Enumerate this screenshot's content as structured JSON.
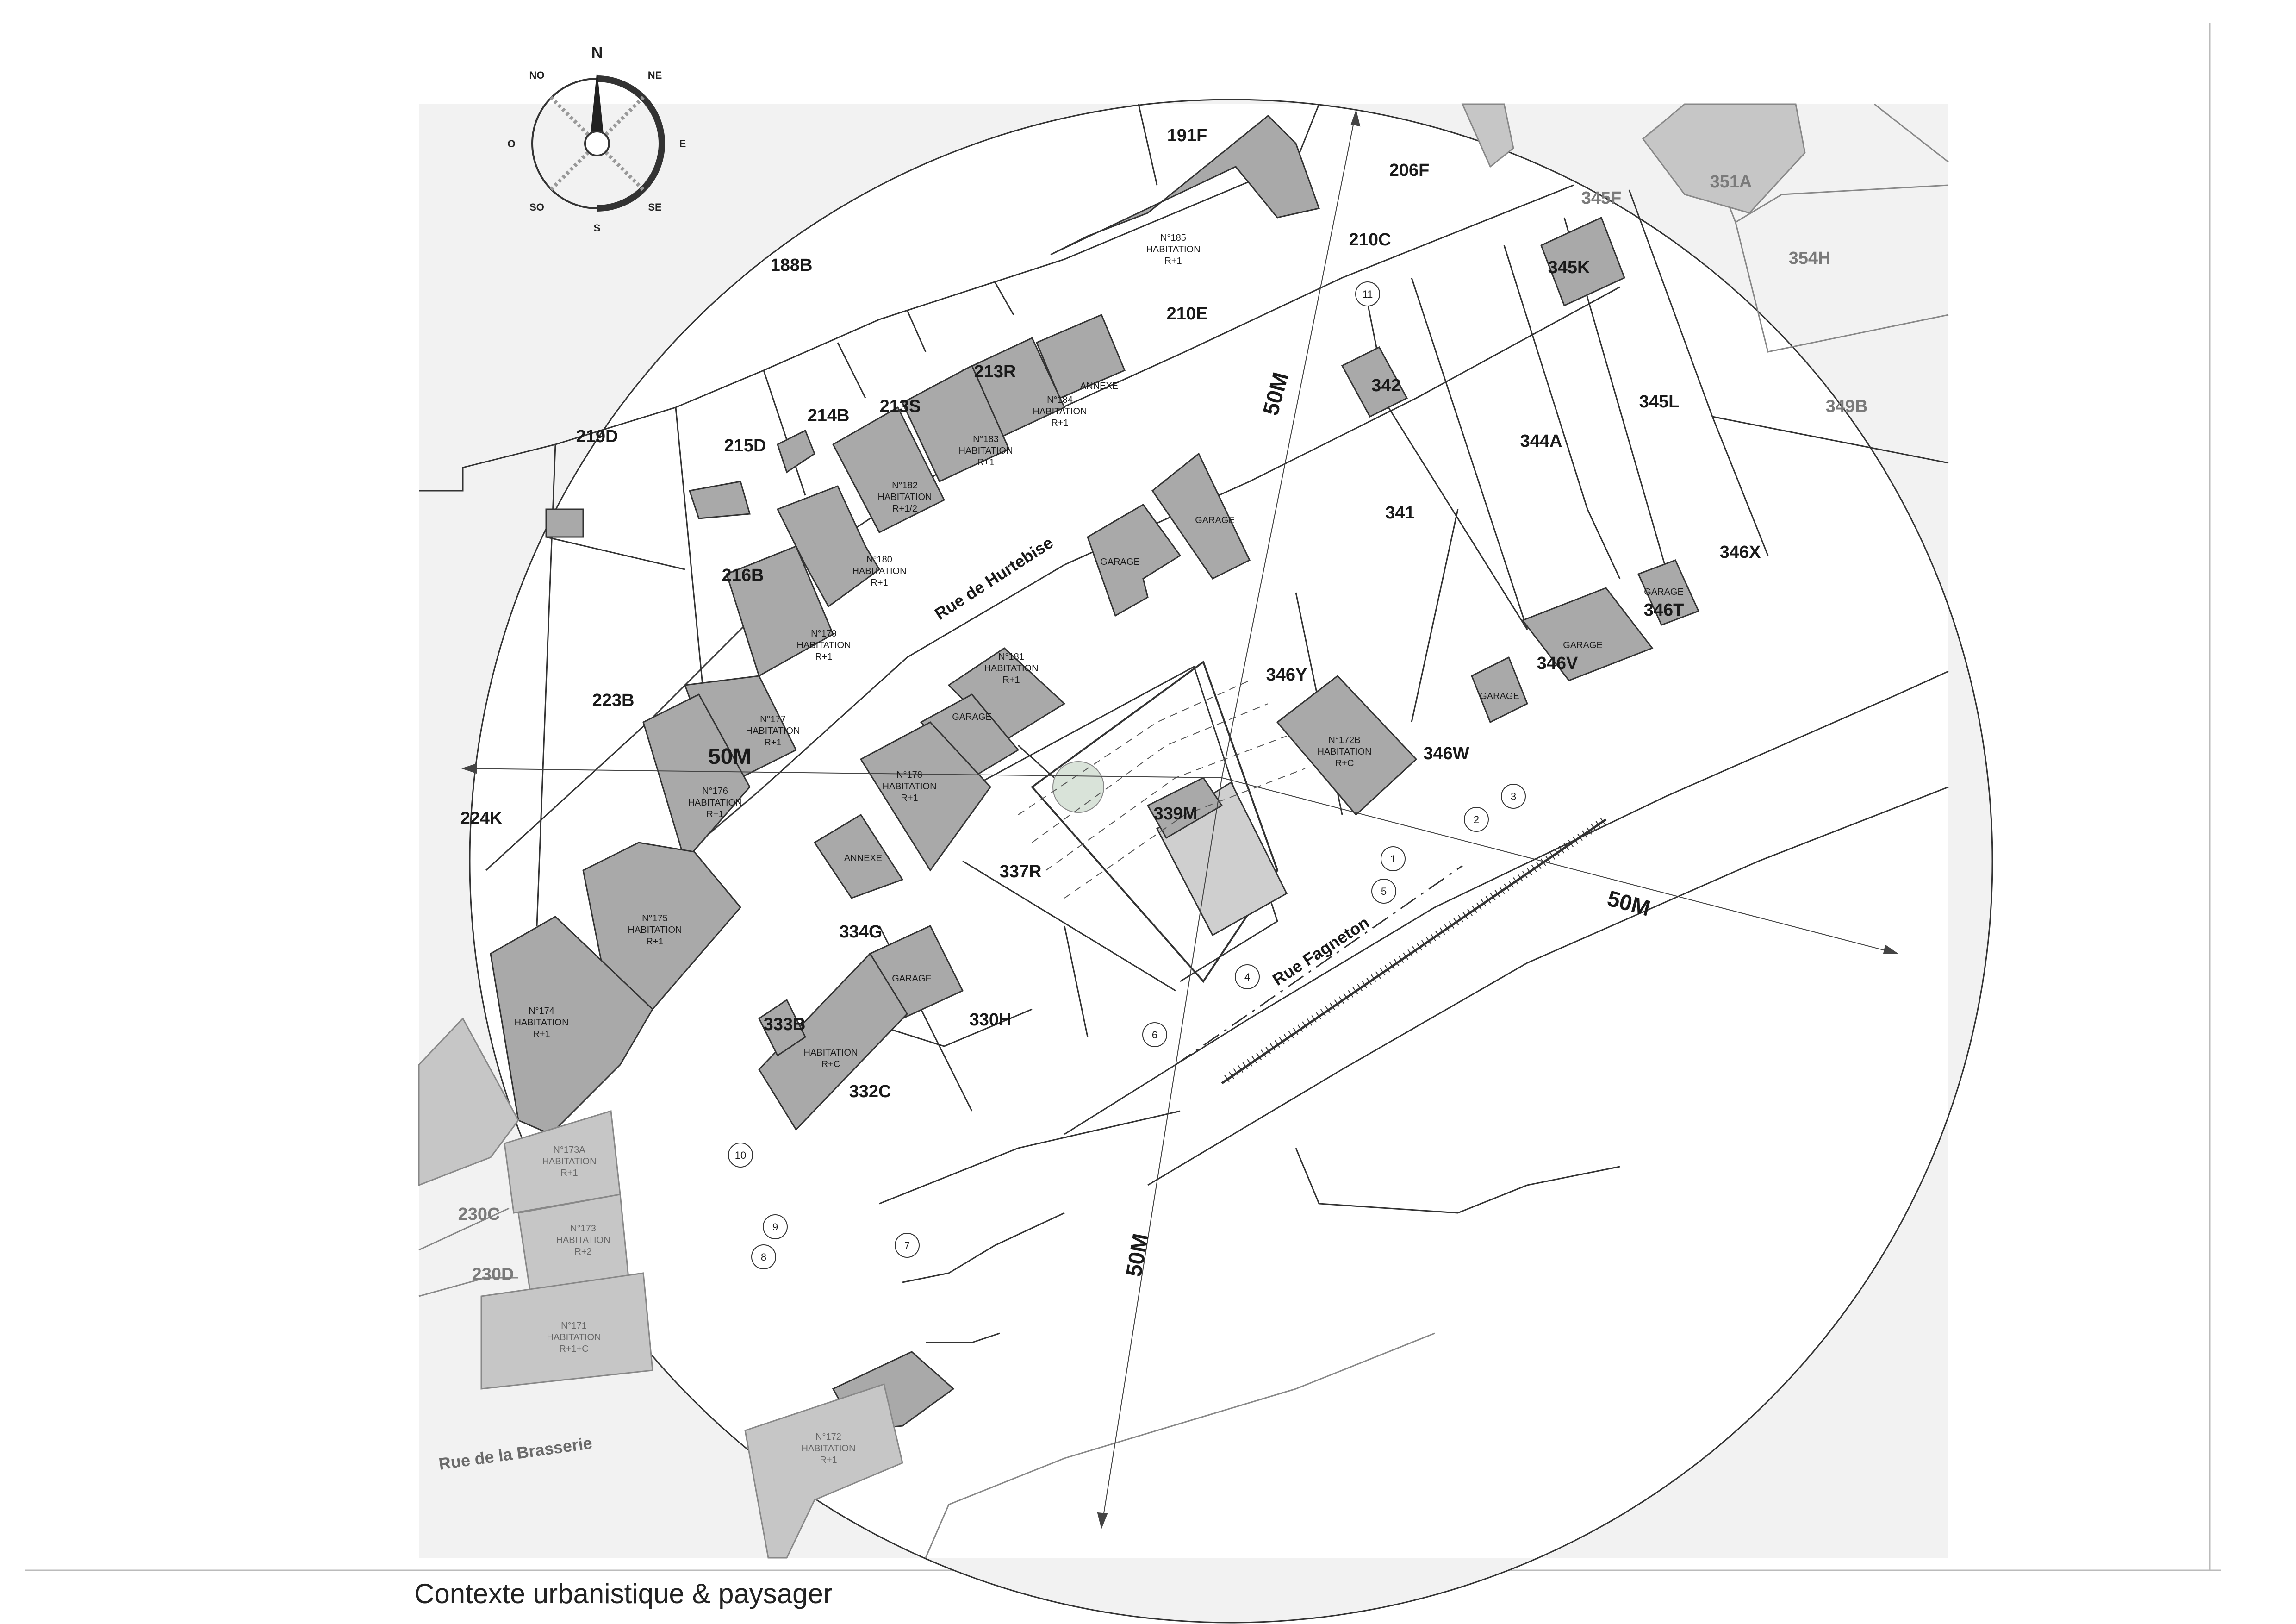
{
  "caption": "Contexte urbanistique & paysager",
  "compass": {
    "north": "N",
    "northeast": "NE",
    "east": "E",
    "southeast": "SE",
    "south": "S",
    "southwest": "SO",
    "west": "O",
    "northwest": "NO"
  },
  "streets": {
    "hurtebise": "Rue de Hurtebise",
    "fagneton": "Rue Fagneton",
    "brasserie": "Rue de la Brasserie"
  },
  "radius_labels": [
    "50M",
    "50M",
    "50M",
    "50M"
  ],
  "parcels": [
    "191F",
    "206F",
    "210C",
    "188B",
    "210E",
    "213R",
    "213S",
    "214B",
    "215D",
    "219D",
    "216B",
    "223B",
    "224K",
    "342",
    "341",
    "344A",
    "345L",
    "345K",
    "346X",
    "346Y",
    "346T",
    "346V",
    "346W",
    "339M",
    "337R",
    "334G",
    "333B",
    "330H",
    "332C"
  ],
  "parcels_outside": [
    "345F",
    "351A",
    "354H",
    "349B",
    "230C",
    "230D"
  ],
  "buildings": [
    {
      "line1": "N°185",
      "line2": "HABITATION",
      "line3": "R+1"
    },
    {
      "line1": "ANNEXE"
    },
    {
      "line1": "N°184",
      "line2": "HABITATION",
      "line3": "R+1"
    },
    {
      "line1": "N°183",
      "line2": "HABITATION",
      "line3": "R+1"
    },
    {
      "line1": "N°182",
      "line2": "HABITATION",
      "line3": "R+1/2"
    },
    {
      "line1": "N°180",
      "line2": "HABITATION",
      "line3": "R+1"
    },
    {
      "line1": "N°179",
      "line2": "HABITATION",
      "line3": "R+1"
    },
    {
      "line1": "N°177",
      "line2": "HABITATION",
      "line3": "R+1"
    },
    {
      "line1": "N°176",
      "line2": "HABITATION",
      "line3": "R+1"
    },
    {
      "line1": "N°175",
      "line2": "HABITATION",
      "line3": "R+1"
    },
    {
      "line1": "N°174",
      "line2": "HABITATION",
      "line3": "R+1"
    },
    {
      "line1": "GARAGE"
    },
    {
      "line1": "GARAGE"
    },
    {
      "line1": "N°181",
      "line2": "HABITATION",
      "line3": "R+1"
    },
    {
      "line1": "GARAGE"
    },
    {
      "line1": "N°178",
      "line2": "HABITATION",
      "line3": "R+1"
    },
    {
      "line1": "ANNEXE"
    },
    {
      "line1": "GARAGE"
    },
    {
      "line1": "HABITATION",
      "line2": "R+C"
    },
    {
      "line1": "N°172B",
      "line2": "HABITATION",
      "line3": "R+C"
    },
    {
      "line1": "GARAGE"
    },
    {
      "line1": "GARAGE"
    },
    {
      "line1": "GARAGE"
    }
  ],
  "buildings_outside": [
    {
      "line1": "N°173A",
      "line2": "HABITATION",
      "line3": "R+1"
    },
    {
      "line1": "N°173",
      "line2": "HABITATION",
      "line3": "R+2"
    },
    {
      "line1": "N°171",
      "line2": "HABITATION",
      "line3": "R+1+C"
    },
    {
      "line1": "N°172",
      "line2": "HABITATION",
      "line3": "R+1"
    }
  ],
  "viewpoints": [
    "1",
    "2",
    "3",
    "4",
    "5",
    "6",
    "7",
    "8",
    "9",
    "10",
    "11"
  ],
  "colors": {
    "building": "#a9a9a9",
    "building_outside": "#c6c6c6",
    "outside_area": "#f2f2f2",
    "line": "#333333",
    "tree": "#d9e3d9"
  }
}
